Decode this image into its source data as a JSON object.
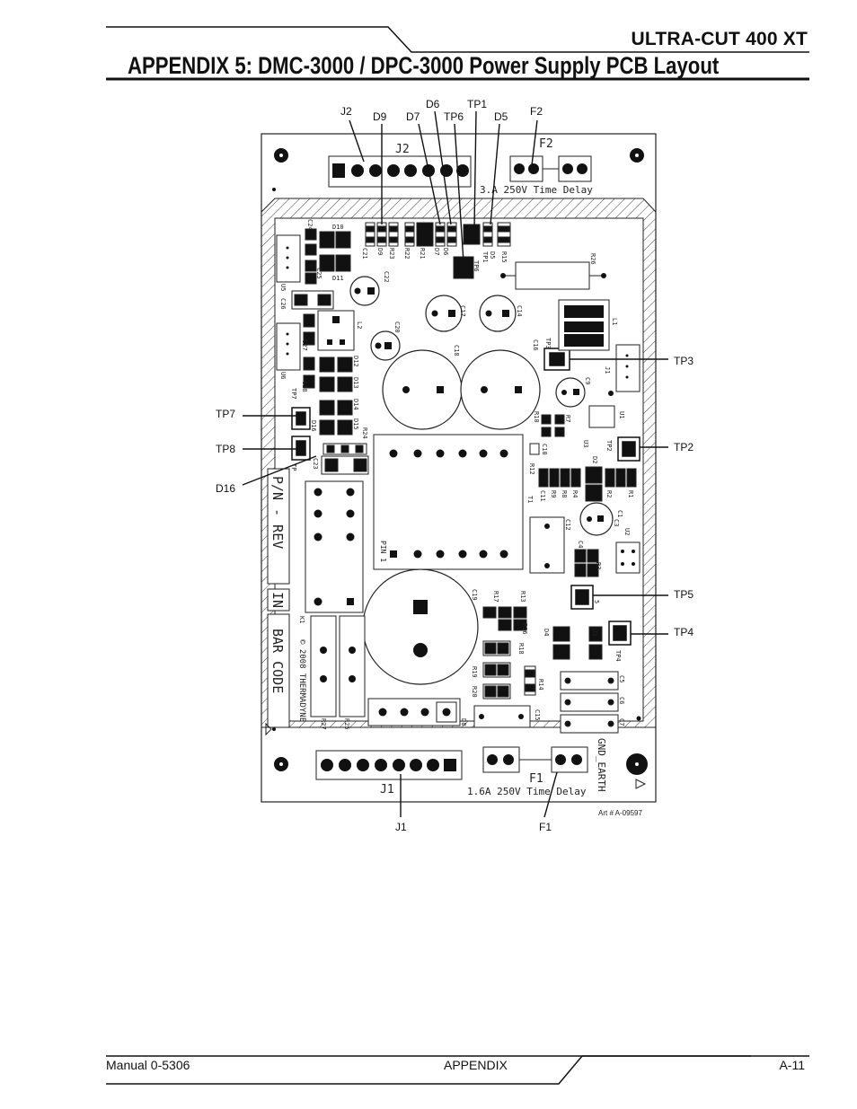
{
  "header": {
    "product": "ULTRA-CUT 400 XT",
    "title": "APPENDIX  5: DMC-3000 / DPC-3000 Power Supply PCB  Layout"
  },
  "callouts": {
    "j2": "J2",
    "d9": "D9",
    "d7": "D7",
    "d6": "D6",
    "tp6": "TP6",
    "tp1": "TP1",
    "d5": "D5",
    "f2": "F2",
    "tp3": "TP3",
    "tp7": "TP7",
    "tp8": "TP8",
    "tp2": "TP2",
    "d16": "D16",
    "tp5": "TP5",
    "tp4": "TP4",
    "j1": "J1",
    "f1": "F1"
  },
  "board": {
    "j2": "J2",
    "f2": "F2",
    "f2_rating": "3.A  250V  Time  Delay",
    "j1": "J1",
    "f1": "F1",
    "f1_rating": "1.6A  250V  Time  Delay",
    "gnd_earth": "GND_EARTH",
    "pn_rev": "P/N  -  REV",
    "in": "IN",
    "bar_code": "BAR  CODE",
    "copyright": "© 2008 THERMADYNE",
    "pin1": "PIN 1",
    "art_number": "Art # A-09597",
    "refs": {
      "c24": "C24",
      "d10": "D10",
      "d11": "D11",
      "c25": "C25",
      "c26": "C26",
      "u5": "U5",
      "c21": "C21",
      "d9": "D9",
      "r23": "R23",
      "r22": "R22",
      "r21": "R21",
      "d7": "D7",
      "d6": "D6",
      "tp6": "TP6",
      "tp1": "TP1",
      "d5": "D5",
      "r15": "R15",
      "r26": "R26",
      "c22": "C22",
      "c17": "C17",
      "c14": "C14",
      "l2": "L2",
      "c20": "C20",
      "c18": "C18",
      "c27": "C27",
      "u6": "U6",
      "c28": "C28",
      "tp7": "TP7",
      "d12": "D12",
      "d13": "D13",
      "d14": "D14",
      "d15": "D15",
      "d16": "D16",
      "r24": "R24",
      "c23": "C23",
      "tp8": "TP",
      "l1": "L1",
      "c16": "C16",
      "tp3": "TP3",
      "j1h": "J1",
      "c9": "C9",
      "u1": "U1",
      "r10": "R10",
      "r7": "R7",
      "u3": "U3",
      "tp2": "TP2",
      "c10": "C10",
      "r12": "R12",
      "d2": "D2",
      "t1": "T1",
      "c11": "C11",
      "r9": "R9",
      "r8": "R8",
      "r4": "R4",
      "r2": "R2",
      "r1": "R1",
      "c1": "C1",
      "c3": "C3",
      "c12": "C12",
      "u2": "U2",
      "c4": "C4",
      "r3": "R3",
      "k1": "K1",
      "c19": "C19",
      "r17": "R17",
      "r13": "R13",
      "r16": "R16",
      "r18": "R18",
      "r19": "R19",
      "r20": "R20",
      "r14": "R14",
      "d4": "D4",
      "d3": "D3",
      "tp4": "TP4",
      "tp5": "5",
      "c5": "C5",
      "c6": "C6",
      "c7": "C7",
      "c15": "C15",
      "d8": "D8",
      "r27": "R27",
      "r25": "R25"
    }
  },
  "footer": {
    "manual": "Manual 0-5306",
    "section": "APPENDIX",
    "page": "A-11"
  }
}
